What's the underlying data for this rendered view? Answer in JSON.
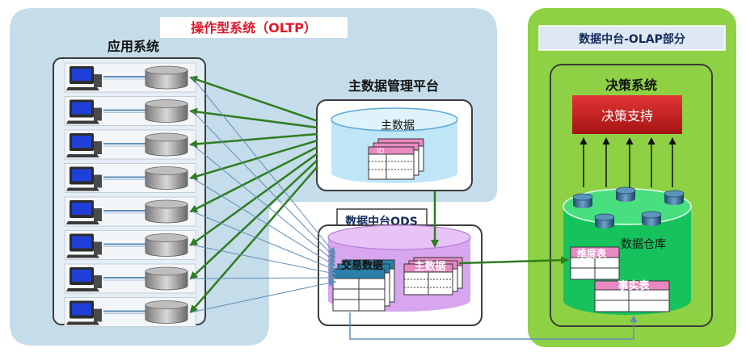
{
  "oltp": {
    "title": "操作型系统（OLTP）",
    "apps_title": "应用系统",
    "app_count": 8
  },
  "mdm": {
    "title": "主数据管理平台",
    "cylinder_label": "主数据",
    "table_header": "ID"
  },
  "ods": {
    "title": "数据中台ODS",
    "trade_label": "交易数据",
    "master_label": "主数据"
  },
  "olap": {
    "title": "数据中台-OLAP部分",
    "decision_title": "决策系统",
    "decision_support": "决策支持",
    "warehouse_label": "数据仓库",
    "dimension_label": "维度表",
    "fact_label": "事实表"
  },
  "colors": {
    "oltp_bg": "#c5dcea",
    "olap_bg": "#8ed145",
    "green_arrow": "#2e7d1e",
    "blue_line": "#5f8fb8",
    "decision_red": "#cc1f1f",
    "warehouse_green": "#16c25c",
    "ods_purple": "#d7a6ef",
    "mdm_cyan": "#bfe6f7",
    "label_red": "#e0182a"
  },
  "icons": [
    "computer-icon",
    "database-icon"
  ]
}
